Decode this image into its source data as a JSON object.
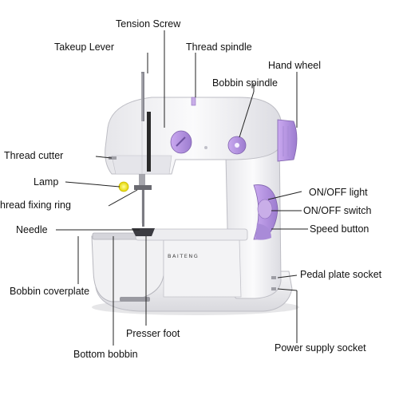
{
  "brand": "BAITENG",
  "labels": {
    "tension_screw": "Tension Screw",
    "takeup_lever": "Takeup Lever",
    "thread_spindle": "Thread spindle",
    "hand_wheel": "Hand wheel",
    "bobbin_spindle": "Bobbin spindle",
    "thread_cutter": "Thread cutter",
    "lamp": "Lamp",
    "thread_fixing_ring": "hread fixing ring",
    "needle": "Needle",
    "on_off_light": "ON/OFF light",
    "on_off_switch": "ON/OFF switch",
    "speed_button": "Speed button",
    "pedal_plate_socket": "Pedal plate socket",
    "bobbin_coverplate": "Bobbin coverplate",
    "presser_foot": "Presser foot",
    "power_supply_socket": "Power supply socket",
    "bottom_bobbin": "Bottom bobbin"
  },
  "colors": {
    "body": "#f4f4f6",
    "accent": "#b89ad8",
    "accent_dark": "#8f6fbe",
    "line": "#222222"
  }
}
